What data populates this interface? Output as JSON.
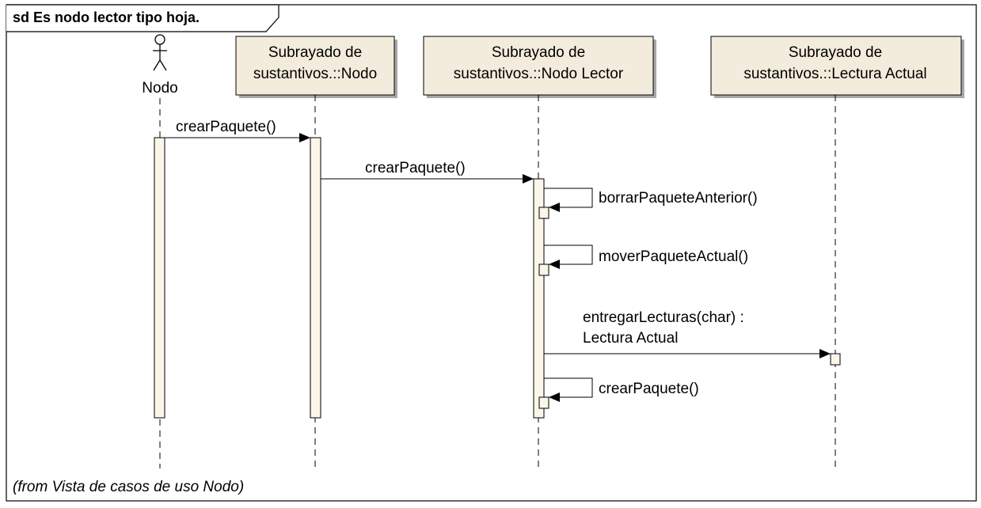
{
  "frame": {
    "title": "sd Es nodo lector tipo hoja.",
    "footer": "(from Vista de casos de uso Nodo)"
  },
  "actor": {
    "name": "Nodo"
  },
  "lifelines": [
    {
      "line1": "Subrayado de",
      "line2": "sustantivos.::Nodo"
    },
    {
      "line1": "Subrayado de",
      "line2": "sustantivos.::Nodo Lector"
    },
    {
      "line1": "Subrayado de",
      "line2": "sustantivos.::Lectura Actual"
    }
  ],
  "messages": [
    {
      "label": "crearPaquete()"
    },
    {
      "label": "crearPaquete()"
    },
    {
      "label": "borrarPaqueteAnterior()"
    },
    {
      "label": "moverPaqueteActual()"
    },
    {
      "line1": "entregarLecturas(char) :",
      "line2": "Lectura Actual"
    },
    {
      "label": "crearPaquete()"
    }
  ],
  "colors": {
    "box_fill": "#f3ecdc",
    "box_shadow": "#a8a8a8",
    "activation_fill": "#fbf5ea",
    "line": "#000000"
  }
}
